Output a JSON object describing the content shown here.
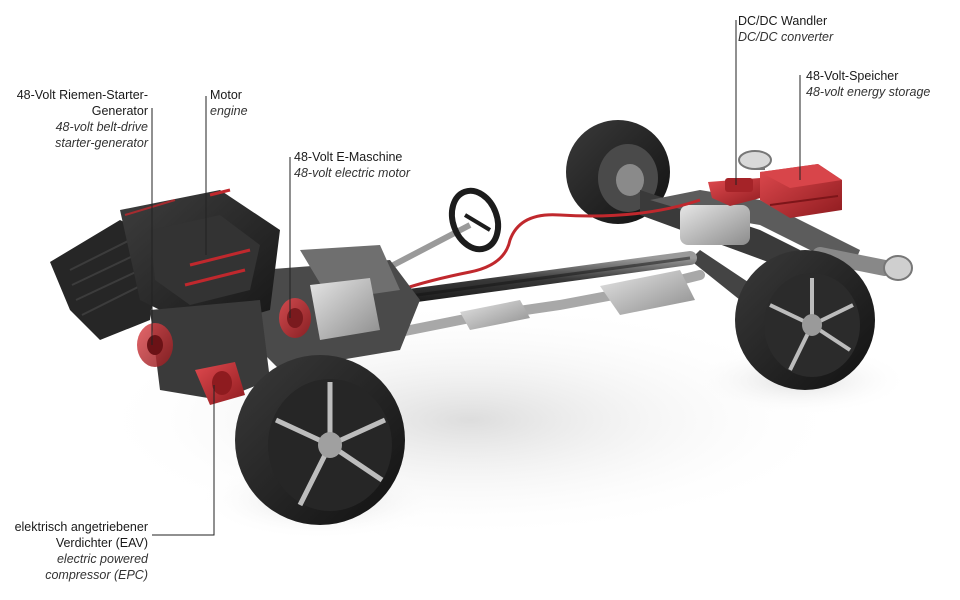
{
  "labels": {
    "belt_starter": {
      "de_line1": "48-Volt Riemen-Starter-",
      "de_line2": "Generator",
      "en_line1": "48-volt belt-drive",
      "en_line2": "starter-generator"
    },
    "engine": {
      "de": "Motor",
      "en": "engine"
    },
    "e_machine": {
      "de": "48-Volt E-Maschine",
      "en": "48-volt electric motor"
    },
    "dcdc": {
      "de": "DC/DC Wandler",
      "en": "DC/DC converter"
    },
    "storage": {
      "de": "48-Volt-Speicher",
      "en": "48-volt energy storage"
    },
    "compressor": {
      "de_line1": "elektrisch angetriebener",
      "de_line2": "Verdichter (EAV)",
      "en_line1": "electric powered",
      "en_line2": "compressor (EPC)"
    }
  },
  "colors": {
    "highlight_red": "#c0282d",
    "chassis_dark": "#2a2a2a",
    "chassis_mid": "#6a6a6a",
    "metal_light": "#bdbdbd",
    "leader_line": "#222222"
  }
}
